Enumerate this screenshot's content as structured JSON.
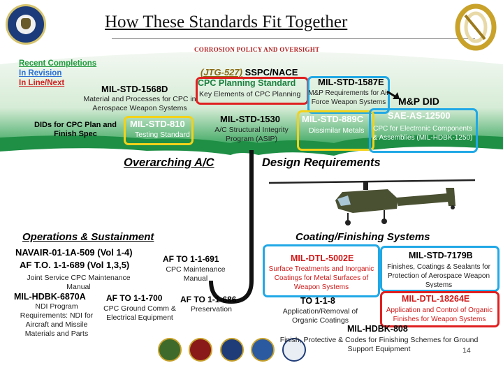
{
  "title": "How These Standards Fit Together",
  "subtitle_bar": "CORROSION POLICY AND OVERSIGHT",
  "legend": {
    "completions": "Recent Completions",
    "revision": "In Revision",
    "in_line": "In Line/Next"
  },
  "canopy": {
    "dids": "DIDs for CPC Plan and Finish Spec",
    "mil_1568d": "MIL-STD-1568D",
    "mil_1568d_desc": "Material and Processes for CPC in Aerospace Weapon Systems",
    "mil_810": "MIL-STD-810",
    "mil_810_desc": "Testing Standard",
    "jtg_prefix": "(JTG-527)",
    "jtg_title": "SSPC/NACE",
    "cpc_planning": "CPC Planning Standard",
    "cpc_planning_desc": "Key Elements of CPC Planning",
    "mil_1530": "MIL-STD-1530",
    "mil_1530_desc": "A/C Structural Integrity Program (ASIP)",
    "mil_1587e": "MIL-STD-1587E",
    "mil_1587e_desc": "M&P Requirements for Air Force Weapon Systems",
    "mil_889c": "MIL-STD-889C",
    "mil_889c_desc": "Dissimilar Metals",
    "mp_did": "M&P DID",
    "sae": "SAE-AS-12500",
    "sae_desc": "CPC for Electronic Components & Assemblies (MIL-HDBK-1250)"
  },
  "overarching": "Overarching A/C",
  "design_req": "Design Requirements",
  "ops": {
    "heading": "Operations & Sustainment",
    "navair": "NAVAIR-01-1A-509 (Vol 1-4)",
    "afto_1689": "AF T.O. 1-1-689 (Vol 1,3,5)",
    "afto_1691": "AF TO 1-1-691",
    "afto_1691_desc": "CPC Maintenance Manual",
    "joint_manual": "Joint Service CPC Maintenance Manual",
    "hdbk_6870a": "MIL-HDBK-6870A",
    "hdbk_6870a_desc": "NDI Program Requirements: NDI for Aircraft and Missile Materials and Parts",
    "afto_1700": "AF TO 1-1-700",
    "afto_1700_desc": "CPC Ground Comm & Electrical Equipment",
    "afto_1686": "AF TO 1-1-686",
    "afto_1686_desc": "Preservation"
  },
  "coating": {
    "heading": "Coating/Finishing Systems",
    "dtl_5002e": "MIL-DTL-5002E",
    "dtl_5002e_desc": "Surface Treatments and Inorganic Coatings for Metal Surfaces of Weapon Systems",
    "std_7179b": "MIL-STD-7179B",
    "std_7179b_desc": "Finishes, Coatings & Sealants for Protection of Aerospace Weapon Systems",
    "to_118": "TO 1-1-8",
    "to_118_desc": "Application/Removal of Organic Coatings",
    "dtl_18264e": "MIL-DTL-18264E",
    "dtl_18264e_desc": "Application and Control of Organic Finishes for Weapon Systems",
    "hdbk_808": "MIL-HDBK-808",
    "hdbk_808_desc": "Finish, Protective & Codes for Finishing Schemes for Ground Support Equipment"
  },
  "page_number": "14",
  "colors": {
    "canopy_green": "#1f9a4a",
    "legend_green": "#1f9a3c",
    "revision_blue": "#2a6fd6",
    "inline_red": "#d02020",
    "coating_red": "#d01818",
    "box_yellow": "#f2d21a",
    "box_blue": "#21a8e6",
    "box_red": "#e02020"
  },
  "icons": {
    "seal": "dod-seal-icon",
    "ribbon": "corrosion-ribbon-logo-icon",
    "helicopter": "helicopter-icon"
  }
}
